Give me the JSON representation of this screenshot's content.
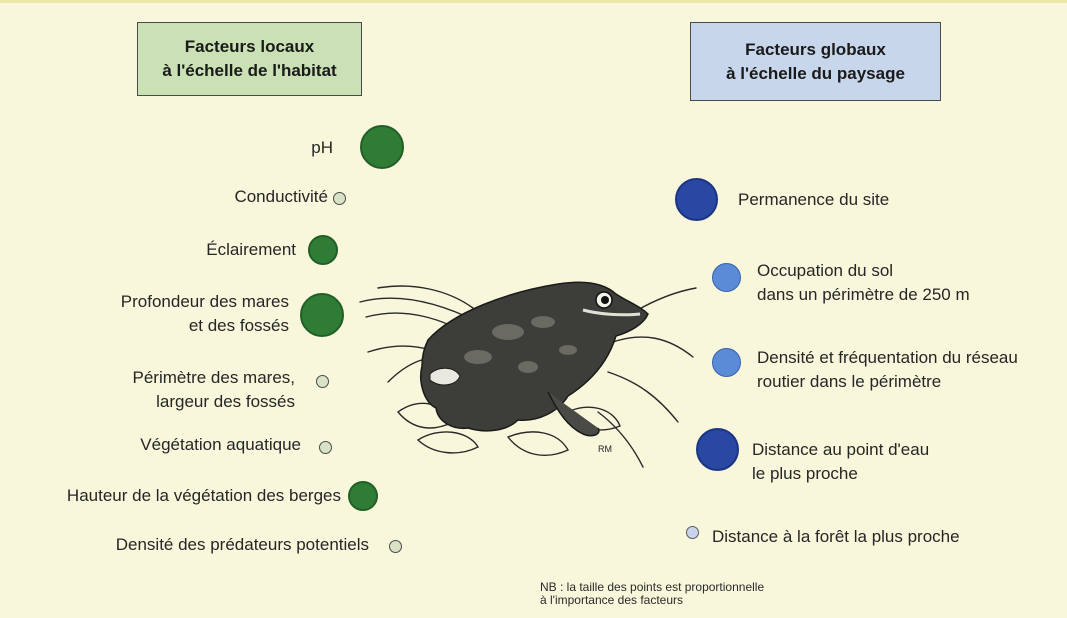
{
  "headers": {
    "local": {
      "line1": "Facteurs locaux",
      "line2": "à l'échelle de l'habitat",
      "color": "#c9e1b5"
    },
    "global": {
      "line1": "Facteurs globaux",
      "line2": "à l'échelle du paysage",
      "color": "#c7d6ea"
    }
  },
  "local_factors": [
    {
      "lines": [
        "pH"
      ],
      "importance": "large"
    },
    {
      "lines": [
        "Conductivité"
      ],
      "importance": "small"
    },
    {
      "lines": [
        "Éclairement"
      ],
      "importance": "medium"
    },
    {
      "lines": [
        "Profondeur des mares",
        "et des fossés"
      ],
      "importance": "large"
    },
    {
      "lines": [
        "Périmètre des mares,",
        "largeur des fossés"
      ],
      "importance": "small"
    },
    {
      "lines": [
        "Végétation aquatique"
      ],
      "importance": "small"
    },
    {
      "lines": [
        "Hauteur de la végétation des berges"
      ],
      "importance": "medium"
    },
    {
      "lines": [
        "Densité des prédateurs potentiels"
      ],
      "importance": "small"
    }
  ],
  "global_factors": [
    {
      "lines": [
        "Permanence du site"
      ],
      "importance": "large"
    },
    {
      "lines": [
        "Occupation du sol",
        "dans un périmètre de 250 m"
      ],
      "importance": "medium"
    },
    {
      "lines": [
        "Densité et fréquentation du réseau",
        "routier dans le périmètre"
      ],
      "importance": "medium"
    },
    {
      "lines": [
        "Distance au point d'eau",
        "le plus proche"
      ],
      "importance": "large"
    },
    {
      "lines": [
        "Distance à la forêt la plus proche"
      ],
      "importance": "small"
    }
  ],
  "note": {
    "line1": "NB : la taille des points est proportionnelle",
    "line2": "à l'importance des facteurs"
  },
  "colors": {
    "background": "#f8f7db",
    "local_dot": "#2f7d35",
    "global_dot_large": "#2848a4",
    "global_dot_medium": "#5b8bd6"
  },
  "illustration": {
    "icon": "frog-drawing"
  }
}
